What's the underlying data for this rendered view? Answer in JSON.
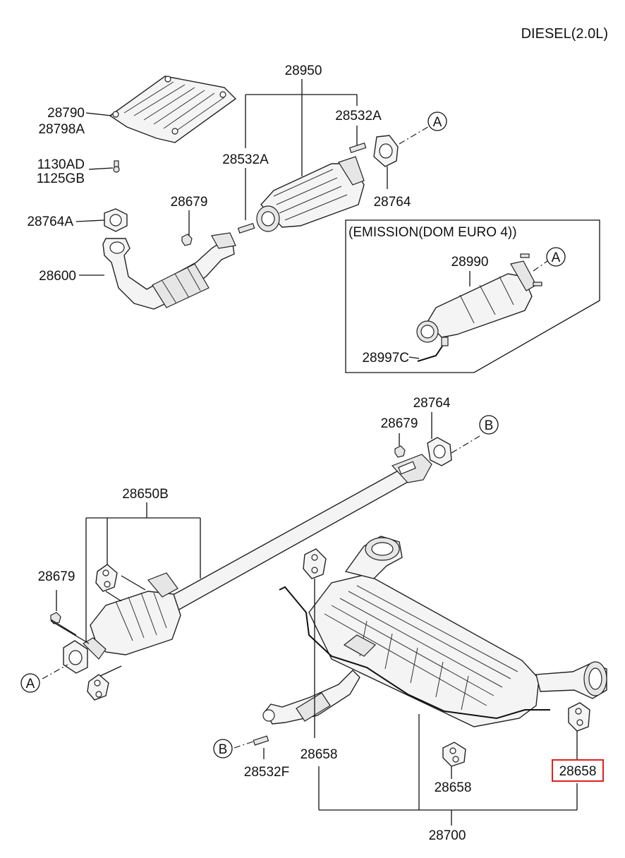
{
  "title": "DIESEL(2.0L)",
  "inset_title": "(EMISSION(DOM EURO 4))",
  "highlight_color": "#e02020",
  "labels": {
    "p28950": "28950",
    "p28532A_top": "28532A",
    "p28532A_left": "28532A",
    "p28790": "28790",
    "p28798A": "28798A",
    "p1130AD": "1130AD",
    "p1125GB": "1125GB",
    "p28764_top": "28764",
    "p28679_top": "28679",
    "p28764A": "28764A",
    "p28600": "28600",
    "p28990": "28990",
    "p28997C": "28997C",
    "p28764_mid": "28764",
    "p28679_mid": "28679",
    "p28650B": "28650B",
    "p28679_left": "28679",
    "p28658_a": "28658",
    "p28658_b": "28658",
    "p28658_c": "28658",
    "p28532F": "28532F",
    "p28700": "28700"
  },
  "refs": {
    "A1": "A",
    "A2": "A",
    "A3": "A",
    "B1": "B",
    "B2": "B"
  }
}
